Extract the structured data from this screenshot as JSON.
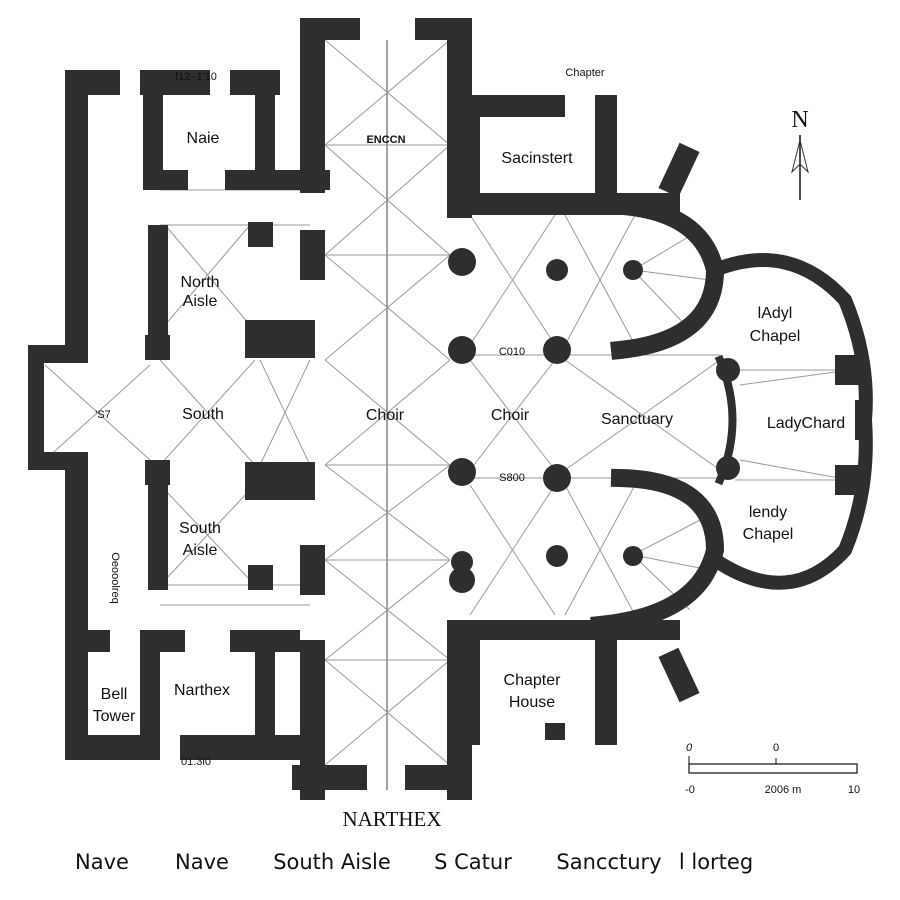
{
  "plan": {
    "rooms": {
      "top_dim": "f12–1'10",
      "naie": "Naie",
      "encgn": "ENCCN",
      "chapter": "Chapter",
      "sacristy": "Sacinstert",
      "north_aisle_1": "North",
      "north_aisle_2": "Aisle",
      "c010": "C010",
      "s800": "S800",
      "s7": "'S7",
      "south": "South",
      "choir_1": "Choir",
      "choir_2": "Choir",
      "sanctuary": "Sanctuary",
      "lady_chapel_n_1": "lAdyl",
      "lady_chapel_n_2": "Chapel",
      "lady_chard": "LadyChard",
      "lady_chapel_s_1": "lendy",
      "lady_chapel_s_2": "Chapel",
      "south_aisle_1": "South",
      "south_aisle_2": "Aisle",
      "vertical_label": "Oeooolreq",
      "chapter_house_1": "Chapter",
      "chapter_house_2": "House",
      "bell_tower_1": "Bell",
      "bell_tower_2": "Tower",
      "narthex_room": "Narthex",
      "bottom_dim": "01:3i0",
      "narthex_title": "NARTHEX"
    },
    "north_arrow": {
      "label": "N"
    },
    "scale_bar": {
      "top_left": "0",
      "top_mid": "0",
      "bottom_left": "-0",
      "bottom_mid": "2006 m",
      "bottom_right": "10"
    },
    "legend": [
      "Nave",
      "Nave",
      "South Aisle",
      "S Catur",
      "Sancctury",
      "l lorteg"
    ]
  }
}
